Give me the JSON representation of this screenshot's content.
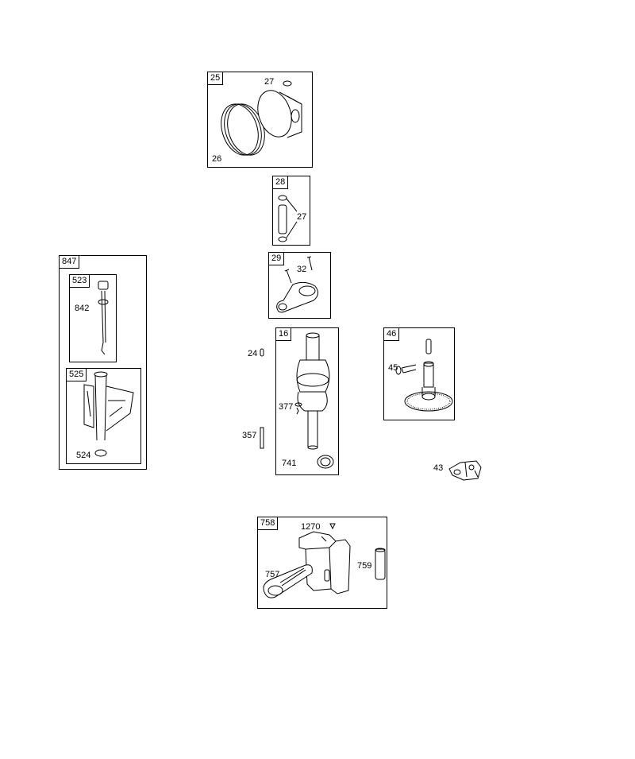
{
  "assemblies": {
    "piston": {
      "ref": "25",
      "labels": {
        "ring_clip": "27",
        "rings": "26"
      }
    },
    "pin": {
      "ref": "28",
      "labels": {
        "clips": "27"
      }
    },
    "rod": {
      "ref": "29",
      "labels": {
        "bolts": "32"
      }
    },
    "dipstick_kit": {
      "ref": "847"
    },
    "dipstick": {
      "ref": "523",
      "labels": {
        "oring": "842"
      }
    },
    "tube": {
      "ref": "525",
      "labels": {
        "oring": "524"
      }
    },
    "crankshaft": {
      "ref": "16",
      "labels": {
        "pin": "377",
        "gear": "741"
      }
    },
    "camshaft": {
      "ref": "46",
      "labels": {
        "lifter": "45"
      }
    },
    "balancer": {
      "ref": "758",
      "labels": {
        "screw": "1270",
        "link": "757",
        "pin": "759"
      }
    }
  },
  "loose_parts": {
    "key": "24",
    "key_long": "357",
    "governor": "43"
  }
}
